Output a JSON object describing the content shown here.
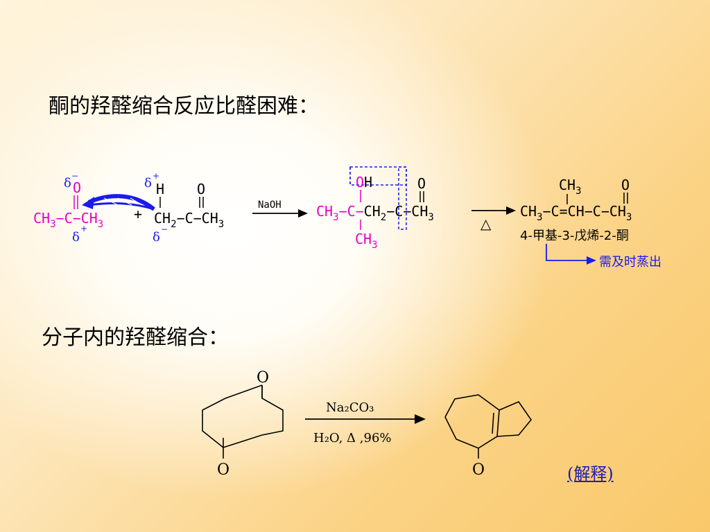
{
  "heading1": "酮的羟醛缩合反应比醛困难：",
  "heading2": "分子内的羟醛缩合：",
  "reaction1": {
    "delta_minus": "δ",
    "delta_plus": "δ",
    "minus_sign": "−",
    "plus_sign_sup": "+",
    "reagent": "NaOH",
    "heat": "△",
    "plus": "+",
    "product_name": "4-甲基-3-戊烯-2-酮",
    "note": "需及时蒸出"
  },
  "reaction2": {
    "reagent_top": "Na₂CO₃",
    "reagent_bottom": "H₂O, Δ ,96%",
    "atom_O": "O"
  },
  "explain_link": "(解释)"
}
